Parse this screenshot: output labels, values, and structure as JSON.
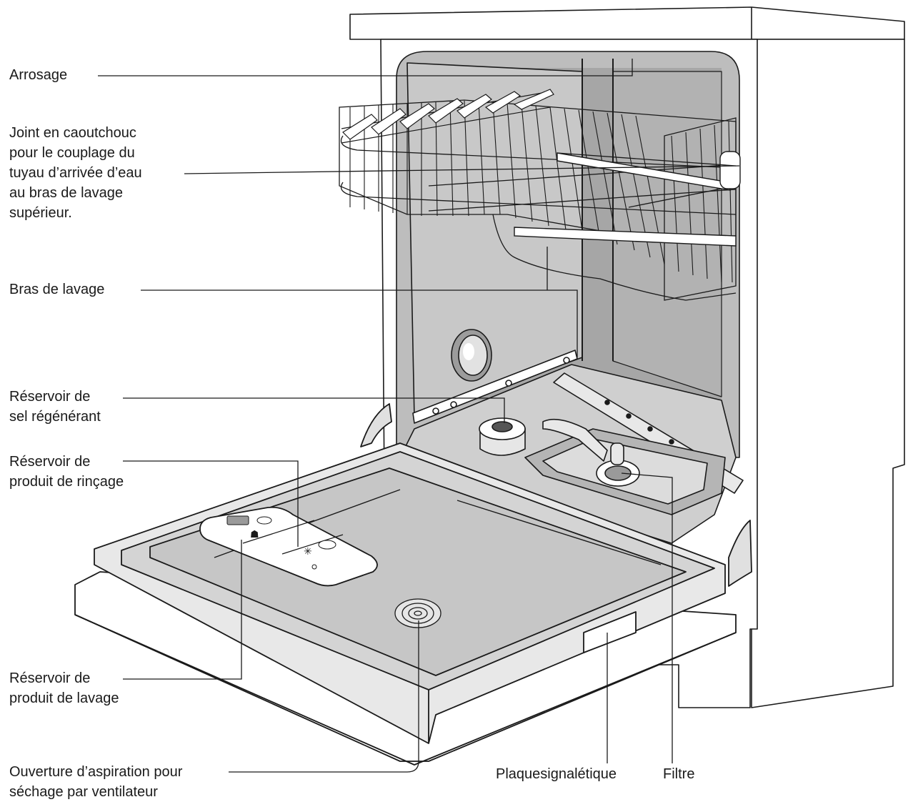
{
  "labels": {
    "arrosage": [
      "Arrosage"
    ],
    "joint": [
      "Joint en caoutchouc",
      "pour le couplage du",
      "tuyau d’arrivée d’eau",
      "au bras de lavage",
      "supérieur."
    ],
    "bras": [
      "Bras de lavage"
    ],
    "sel": [
      "Réservoir de",
      "sel régénérant"
    ],
    "rincage": [
      "Réservoir de",
      "produit de rinçage"
    ],
    "lavage": [
      "Réservoir de",
      "produit de lavage"
    ],
    "ouverture": [
      "Ouverture d’aspiration pour",
      "séchage par ventilateur"
    ],
    "plaque": [
      "Plaquesignalétique"
    ],
    "filtre": [
      "Filtre"
    ]
  },
  "colors": {
    "line": "#1a1a1a",
    "cavity": "#bdbdbd",
    "cavity_dark": "#a6a6a6",
    "panel_light": "#e8e8e8",
    "door_inner": "#d4d4d4",
    "door_floor": "#c6c6c6",
    "white": "#ffffff"
  }
}
